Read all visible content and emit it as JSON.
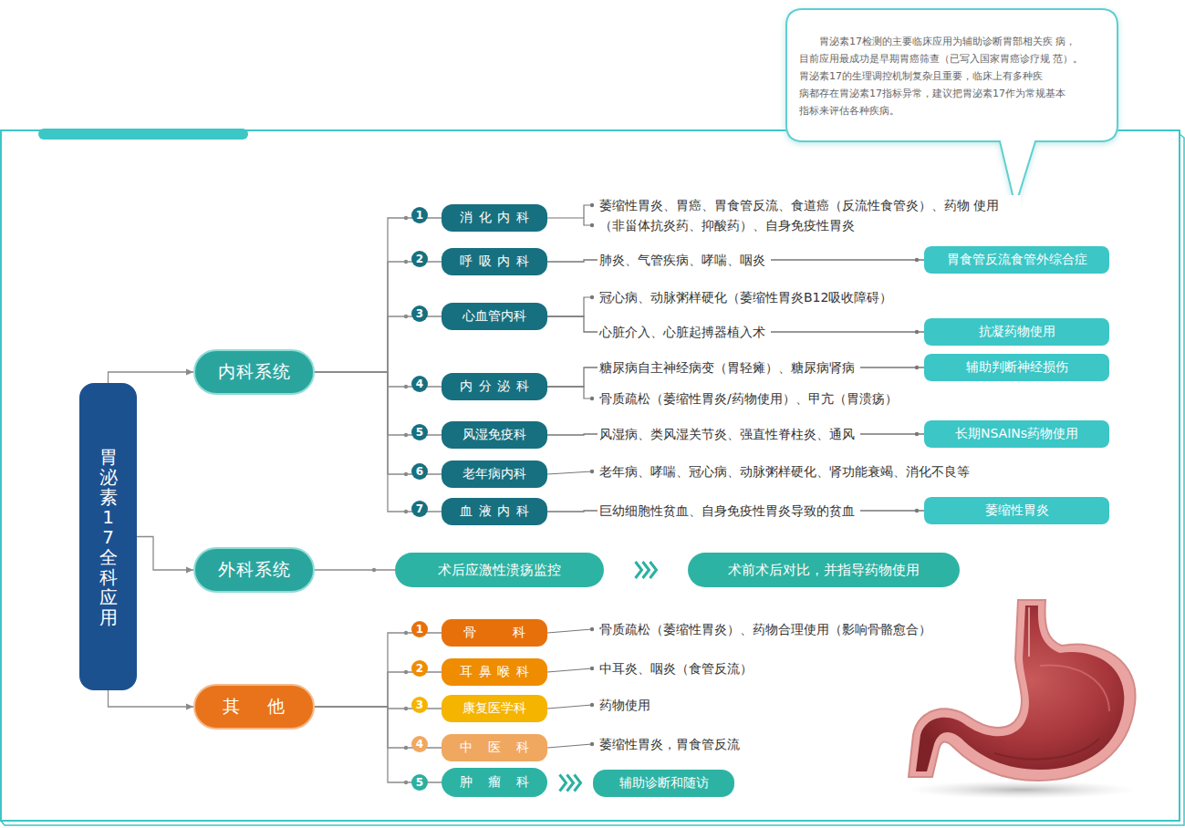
{
  "diagram": {
    "nodes": [
      {
        "text": [
          "胃泌素17检测的主要临床应用为辅助诊断胃部相关疾 病，目前应用最成功是早期胃癌筛查（已写入国家胃癌诊疗规 范）。胃泌素17的生理调控机制复杂且重要，临床上有多种疾 病都存在胃泌素17指标异常，建议把胃泌素17作为常规基本 指标来评估各种疾病。"
        ]
      },
      {
        "text": [
          "胃泌素17全科应用"
        ]
      },
      {
        "text": [
          "内科系统"
        ]
      },
      {
        "text": [
          "消 化 内 科"
        ]
      },
      {
        "text": [
          "呼 吸 内 科"
        ]
      },
      {
        "text": [
          "胃食管反流食管外综合症"
        ]
      },
      {
        "text": [
          "心血管内科"
        ]
      },
      {
        "text": [
          "抗凝药物使用"
        ]
      },
      {
        "text": [
          "内 分 泌 科"
        ]
      },
      {
        "text": [
          "辅助判断神经损伤"
        ]
      },
      {
        "text": [
          "风湿免疫科"
        ]
      },
      {
        "text": [
          "长期NSAINs药物使用"
        ]
      },
      {
        "text": [
          "老年病内科"
        ]
      },
      {
        "text": [
          "血 液 内 科"
        ]
      },
      {
        "text": [
          "萎缩性胃炎"
        ]
      },
      {
        "text": [
          "外科系统"
        ]
      },
      {
        "text": [
          "术后应激性溃疡监控"
        ]
      },
      {
        "text": [
          "术前术后对比，并指导药物使用"
        ]
      },
      {
        "text": [
          "其 他"
        ]
      },
      {
        "text": [
          "骨 科"
        ]
      },
      {
        "text": [
          "耳 鼻 喉 科"
        ]
      },
      {
        "text": [
          "康复医学科"
        ]
      },
      {
        "text": [
          "中 医 科"
        ]
      },
      {
        "text": [
          "肿 瘤 科"
        ]
      },
      {
        "text": [
          "辅助诊断和随访"
        ]
      }
    ],
    "edges": [
      {
        "from": 1,
        "to": 2,
        "arrow": "to"
      },
      {
        "from": 1,
        "to": 15,
        "arrow": "to"
      },
      {
        "from": 1,
        "to": 18,
        "arrow": "to"
      },
      {
        "from": 2,
        "to": 3,
        "arrow": "none"
      },
      {
        "from": 2,
        "to": 4,
        "arrow": "none"
      },
      {
        "from": 2,
        "to": 6,
        "arrow": "none"
      },
      {
        "from": 2,
        "to": 8,
        "arrow": "none"
      },
      {
        "from": 2,
        "to": 10,
        "arrow": "none"
      },
      {
        "from": 2,
        "to": 12,
        "arrow": "none"
      },
      {
        "from": 2,
        "to": 13,
        "arrow": "none"
      },
      {
        "from": 4,
        "to": 5,
        "label": "肺炎、气管疾病、哮喘、咽炎",
        "arrow": "none"
      },
      {
        "from": 6,
        "to": 7,
        "label": "心脏介入、心脏起搏器植入术",
        "arrow": "none"
      },
      {
        "from": 8,
        "to": 9,
        "label": "糖尿病自主神经病变（胃轻瘫）、糖尿病肾病",
        "arrow": "none"
      },
      {
        "from": 10,
        "to": 11,
        "label": "风湿病、类风湿关节炎、强直性脊柱炎、通风",
        "arrow": "none"
      },
      {
        "from": 13,
        "to": 14,
        "label": "巨幼细胞性贫血、自身免疫性胃炎导致的贫血",
        "arrow": "none"
      },
      {
        "from": 15,
        "to": 16,
        "arrow": "none"
      },
      {
        "from": 16,
        "to": 17,
        "arrow": "to"
      },
      {
        "from": 18,
        "to": 19,
        "arrow": "none"
      },
      {
        "from": 18,
        "to": 20,
        "arrow": "none"
      },
      {
        "from": 18,
        "to": 21,
        "arrow": "none"
      },
      {
        "from": 18,
        "to": 22,
        "arrow": "none"
      },
      {
        "from": 18,
        "to": 23,
        "arrow": "none"
      },
      {
        "from": 23,
        "to": 24,
        "arrow": "to"
      }
    ],
    "labels": [
      "1",
      "萎缩性胃炎、胃癌、胃食管反流、食道癌（反流性食管炎）、药物 使用（非甾体抗炎药、抑酸药）、自身免疫性胃炎",
      "2",
      "3",
      "冠心病、动脉粥样硬化（萎缩性胃炎B12吸收障碍）",
      "4",
      "骨质疏松（萎缩性胃炎/药物使用）、甲亢（胃溃疡）",
      "5",
      "6",
      "老年病、哮喘、冠心病、动脉粥样硬化、肾功能衰竭、消化不良等",
      "7",
      "1",
      "骨质疏松（萎缩性胃炎）、药物合理使用（影响骨骼愈合）",
      "2",
      "中耳炎、咽炎（食管反流）",
      "3",
      "药物使用",
      "4",
      "萎缩性胃炎，胃食管反流",
      "5"
    ]
  }
}
